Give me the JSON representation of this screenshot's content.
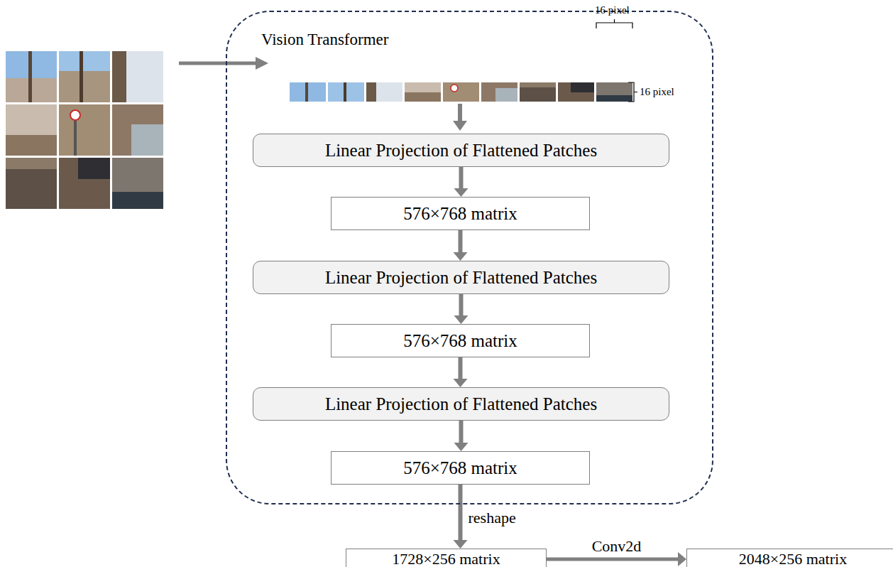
{
  "diagram": {
    "nodes": [
      {
        "text": [
          "Vision Transformer"
        ]
      },
      {
        "text": [
          "Linear Projection of Flattened Patches"
        ],
        "in": 0
      },
      {
        "text": [
          "576×768 matrix"
        ],
        "in": 0
      },
      {
        "text": [
          "Linear Projection of Flattened Patches"
        ],
        "in": 0
      },
      {
        "text": [
          "576×768 matrix"
        ],
        "in": 0
      },
      {
        "text": [
          "Linear Projection of Flattened Patches"
        ],
        "in": 0
      },
      {
        "text": [
          "576×768 matrix"
        ],
        "in": 0
      },
      {
        "text": [
          "1728×256 matrix"
        ]
      },
      {
        "text": [
          "2048×256 matrix"
        ]
      }
    ],
    "edges": [
      {
        "from": 1,
        "to": 2,
        "arrow": "to"
      },
      {
        "from": 2,
        "to": 3,
        "arrow": "to"
      },
      {
        "from": 3,
        "to": 4,
        "arrow": "to"
      },
      {
        "from": 4,
        "to": 5,
        "arrow": "to"
      },
      {
        "from": 5,
        "to": 6,
        "arrow": "to"
      },
      {
        "from": 6,
        "to": 7,
        "label": "reshape",
        "arrow": "to"
      },
      {
        "from": 7,
        "to": 8,
        "label": "Conv2d",
        "arrow": "to"
      }
    ],
    "labels": [
      "16 pixel",
      "16 pixel"
    ]
  }
}
